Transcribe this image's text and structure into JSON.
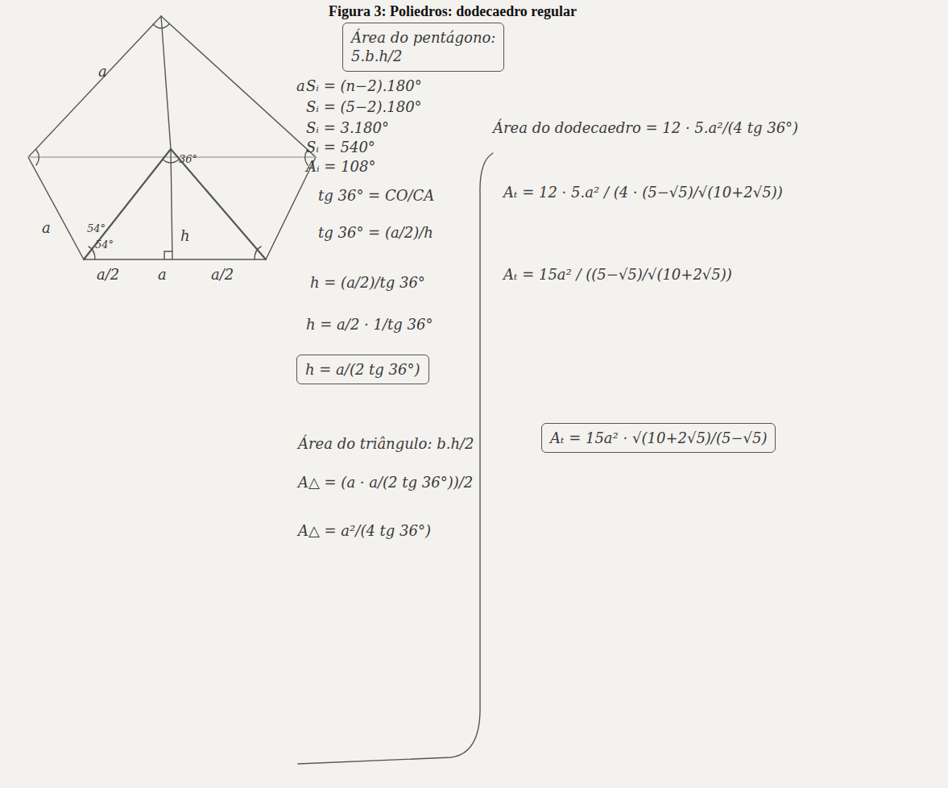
{
  "diagram": {
    "title": "Figura 3: Poliedros: dodecaedro regular",
    "nodes": [
      {
        "text": [
          "Área do pentágono:",
          "5.b.h/2"
        ]
      },
      {
        "text": [
          "h = a/(2 tg 36°)"
        ]
      },
      {
        "text": [
          "Aₜ = 15a² · √(10+2√5)/(5−√5)"
        ]
      }
    ],
    "labels": [
      "a",
      "a",
      "a",
      "54°",
      "54°",
      "36°",
      "h",
      "a/2",
      "a",
      "a/2",
      "Sᵢ = (n−2).180°",
      "Sᵢ = (5−2).180°",
      "Sᵢ = 3.180°",
      "Sᵢ = 540°",
      "Aᵢ = 108°",
      "tg 36° = CO/CA",
      "tg 36° = (a/2)/h",
      "h = (a/2)/tg 36°",
      "h = a/2 · 1/tg 36°",
      "Área do triângulo: b.h/2",
      "A△ = (a · a/(2 tg 36°))/2",
      "A△ = a²/(4 tg 36°)",
      "Área do dodecaedro = 12 · 5.a²/(4 tg 36°)",
      "Aₜ = 12 · 5.a² / (4 · (5−√5)/√(10+2√5))",
      "Aₜ = 15a² / ((5−√5)/√(10+2√5))"
    ]
  }
}
